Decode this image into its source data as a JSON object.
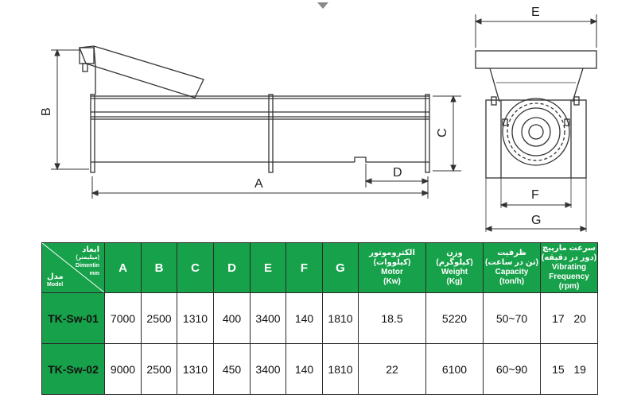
{
  "drawing": {
    "labels": {
      "A": "A",
      "B": "B",
      "C": "C",
      "D": "D",
      "E": "E",
      "F": "F",
      "G": "G"
    },
    "colors": {
      "line": "#333333",
      "accent": "#17a14a"
    }
  },
  "table": {
    "corner": {
      "dims_fa": "ابعاد",
      "mm_fa": "(میلیمتر)",
      "dims_en": "Dimentin",
      "mm_en": "mm",
      "model_fa": "مدل",
      "model_en": "Model"
    },
    "columns": {
      "A": "A",
      "B": "B",
      "C": "C",
      "D": "D",
      "E": "E",
      "F": "F",
      "G": "G",
      "motor_fa1": "الکتروموتور",
      "motor_fa2": "(کیلووات)",
      "motor_en1": "Motor",
      "motor_en2": "(Kw)",
      "weight_fa1": "وزن",
      "weight_fa2": "(کیلوگرم)",
      "weight_en1": "Weight",
      "weight_en2": "(Kg)",
      "capacity_fa1": "ظرفیت",
      "capacity_fa2": "(تن در ساعت)",
      "capacity_en1": "Capacity",
      "capacity_en2": "(ton/h)",
      "vib_fa1": "سرعت مارپیچ",
      "vib_fa2": "(دور در دقیقه)",
      "vib_en1": "Vibrating",
      "vib_en2": "Frequency",
      "vib_en3": "(rpm)"
    },
    "rows": [
      {
        "model": "TK-Sw-01",
        "A": "7000",
        "B": "2500",
        "C": "1310",
        "D": "400",
        "E": "3400",
        "F": "140",
        "G": "1810",
        "motor": "18.5",
        "weight": "5220",
        "capacity": "50~70",
        "rpm": "17   20"
      },
      {
        "model": "TK-Sw-02",
        "A": "9000",
        "B": "2500",
        "C": "1310",
        "D": "450",
        "E": "3400",
        "F": "140",
        "G": "1810",
        "motor": "22",
        "weight": "6100",
        "capacity": "60~90",
        "rpm": "15   19"
      }
    ]
  }
}
